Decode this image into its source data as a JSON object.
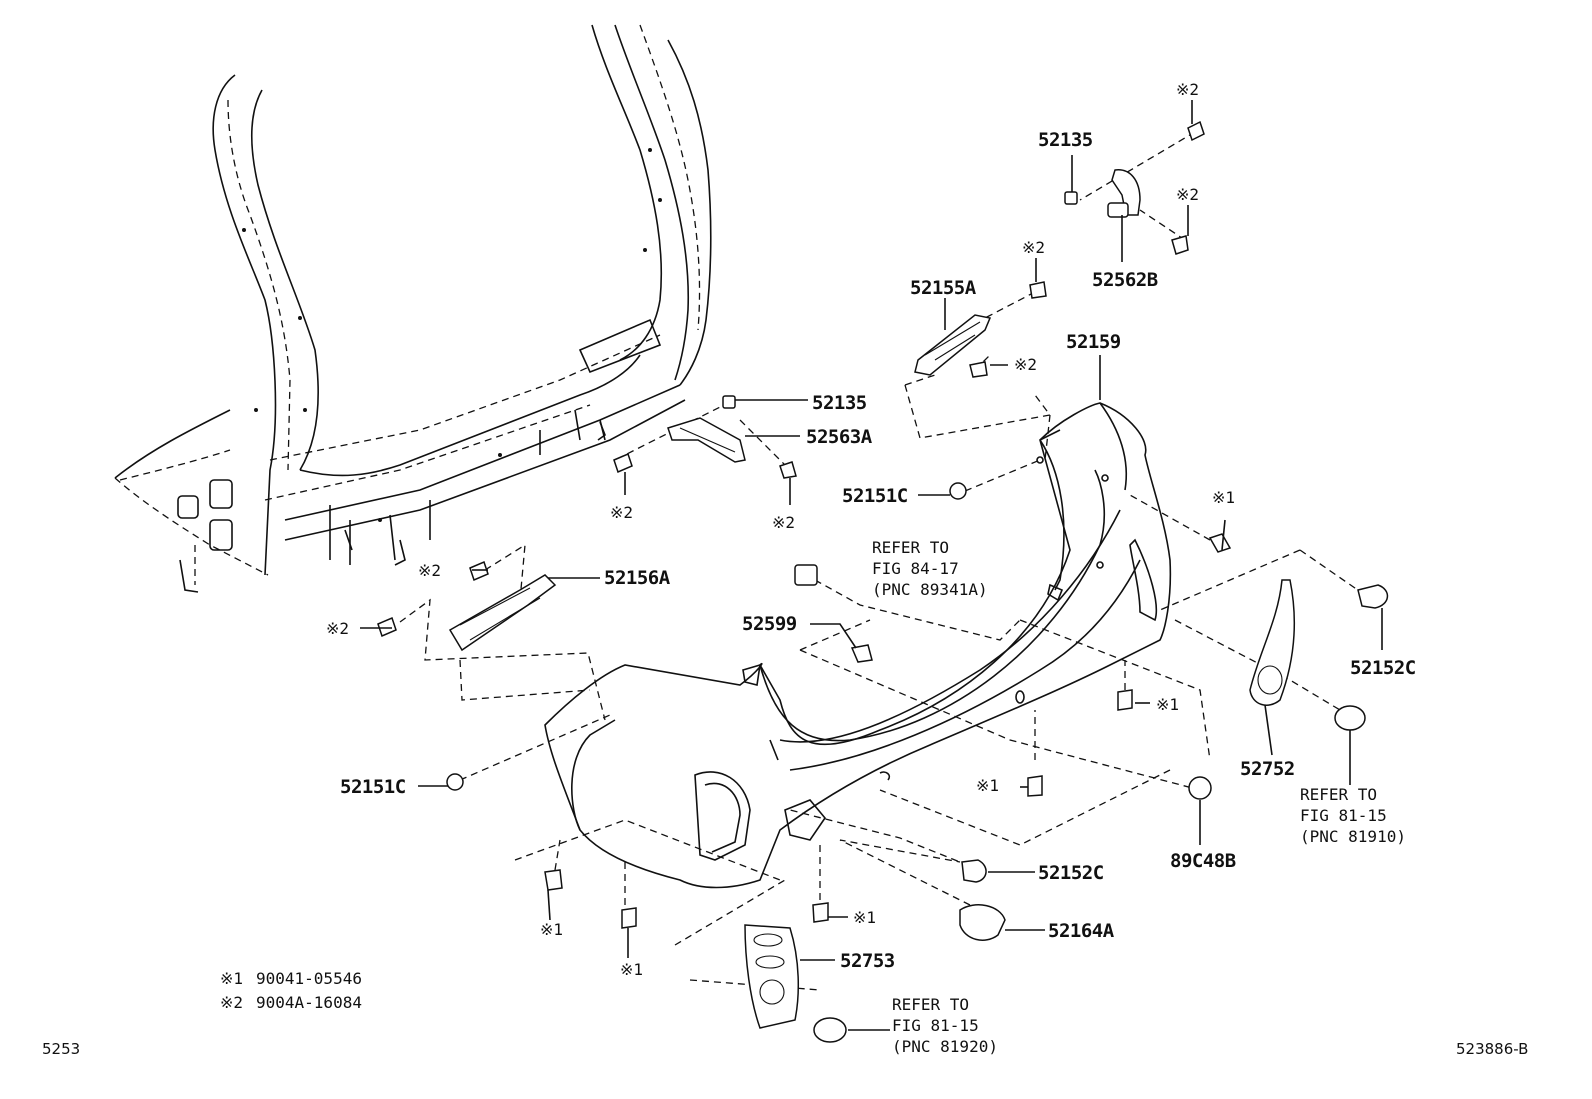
{
  "figure_id": "5253",
  "image_code": "523886-B",
  "callouts": {
    "p52135_top": "52135",
    "p52562B": "52562B",
    "p52155A": "52155A",
    "p52159": "52159",
    "p52135_mid": "52135",
    "p52563A": "52563A",
    "p52151C_upper": "52151C",
    "p52156A": "52156A",
    "p52599": "52599",
    "p52152C_right": "52152C",
    "p52752": "52752",
    "p52151C_lower": "52151C",
    "p89C48B": "89C48B",
    "p52152C_lower": "52152C",
    "p52164A": "52164A",
    "p52753": "52753"
  },
  "marks": {
    "m1": "※1",
    "m2": "※2"
  },
  "refers": {
    "sensor": [
      "REFER TO",
      "FIG 84-17",
      "(PNC 89341A)"
    ],
    "cap_right": [
      "REFER TO",
      "FIG 81-15",
      "(PNC 81910)"
    ],
    "cap_bottom": [
      "REFER TO",
      "FIG 81-15",
      "(PNC 81920)"
    ]
  },
  "legend": [
    {
      "mark": "※1",
      "part": "90041-05546"
    },
    {
      "mark": "※2",
      "part": "9004A-16084"
    }
  ]
}
